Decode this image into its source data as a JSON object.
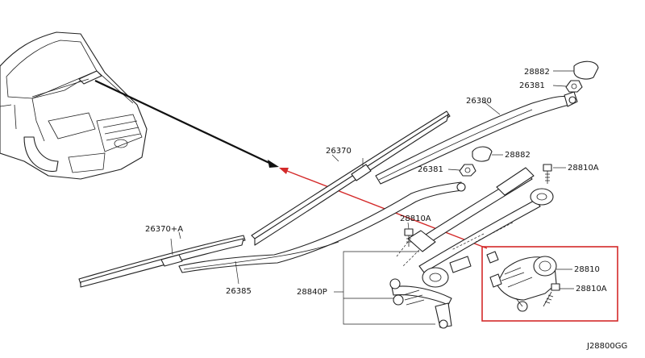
{
  "labels": {
    "p28882_top": "28882",
    "p26381_top": "26381",
    "p26380": "26380",
    "p26370": "26370",
    "p28882_mid": "28882",
    "p26381_mid": "26381",
    "p28810A_top": "28810A",
    "p26370A": "26370+A",
    "p28810A_left": "28810A",
    "p28810": "28810",
    "p26385": "26385",
    "p28840P": "28840P",
    "p28810A_box": "28810A"
  },
  "footer": {
    "code": "J28800GG"
  },
  "colors": {
    "highlight": "#d42a2a",
    "ink": "#222222"
  }
}
